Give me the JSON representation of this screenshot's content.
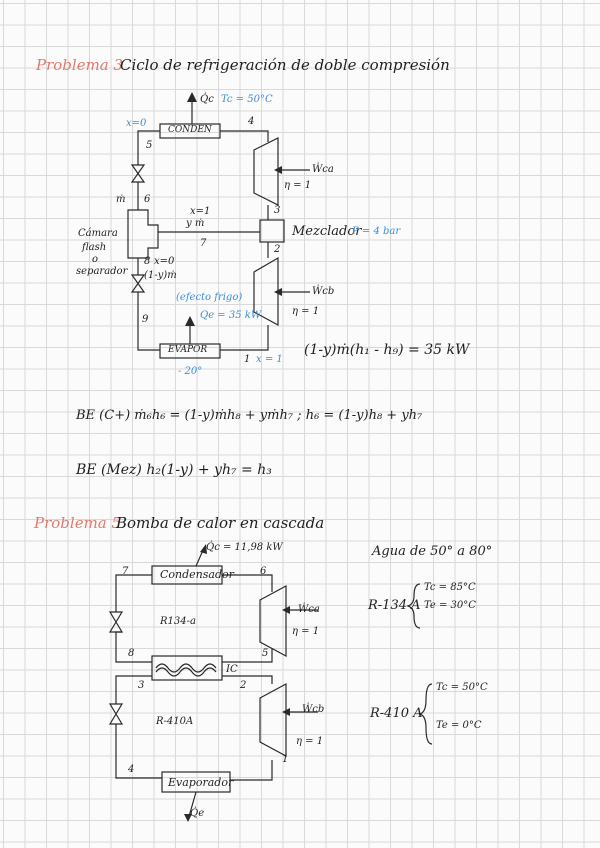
{
  "problem3": {
    "heading": "Problema 3",
    "title": "Ciclo de refrigeración de doble compresión",
    "qc": "Q̇c",
    "tc": "Tc = 50°C",
    "x0_top": "x=0",
    "condenser": "CONDEN",
    "n4": "4",
    "n5": "5",
    "n6": "6",
    "m": "ṁ",
    "x1": "x=1",
    "ym": "y ṁ",
    "n7": "7",
    "wca": "Ẇca",
    "eta1_a": "η = 1",
    "n3": "3",
    "mixer": "Mezclador",
    "pressure": "P = 4 bar",
    "n2": "2",
    "flash": [
      "Cámara",
      "flash",
      "o",
      "separador"
    ],
    "n8": "8",
    "x0_mid": "x=0",
    "one_minus_ym": "(1-y)ṁ",
    "wcb": "Ẇcb",
    "efecto": "(efecto frigo)",
    "qe": "Qe = 35 kW",
    "eta1_b": "η = 1",
    "n9": "9",
    "evaporator": "EVAPOR",
    "n1": "1",
    "x1_bottom": "x = 1",
    "te": "- 20°",
    "eq_load": "(1-y)ṁ(h₁ - h₉) = 35 kW",
    "eq_be_ct": "BE (C+)  ṁ₆h₆ = (1-y)ṁh₈ + yṁh₇ ;  h₆ = (1-y)h₈ + yh₇",
    "eq_be_mez": "BE (Mez)   h₂(1-y) + yh₇ = h₃"
  },
  "problem5": {
    "heading": "Problema 5",
    "title": "Bomba de calor en cascada",
    "qc": "Q̇c = 11,98 kW",
    "water": "Agua de 50° a 80°",
    "condenser": "Condensador",
    "n7": "7",
    "n6": "6",
    "r134": "R134-a",
    "wca": "Ẇca",
    "eta1_a": "η = 1",
    "r134_label": "R-134 A",
    "r134_tc": "Tc = 85°C",
    "r134_te": "Te = 30°C",
    "n8": "8",
    "ic": "IC",
    "n5": "5",
    "n3": "3",
    "n2": "2",
    "r410": "R-410A",
    "wcb": "Ẇcb",
    "eta1_b": "η = 1",
    "r410_label": "R-410 A",
    "r410_tc": "Tc = 50°C",
    "r410_te": "Te = 0°C",
    "n4": "4",
    "n1": "1",
    "evaporator": "Evaporador",
    "qe": "Q̇e"
  }
}
